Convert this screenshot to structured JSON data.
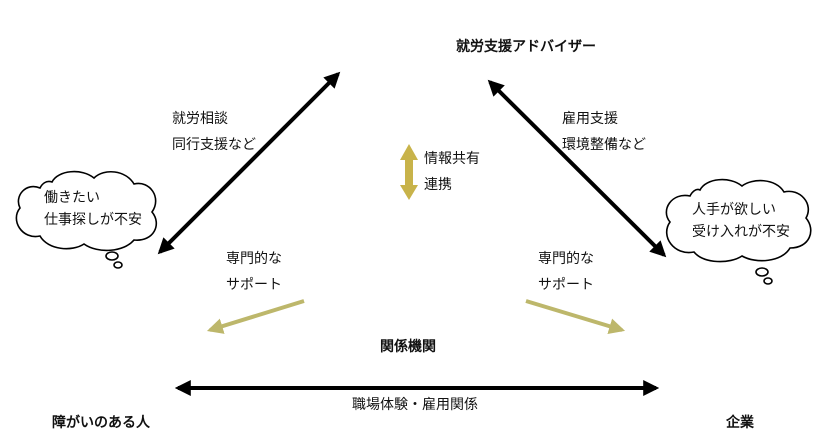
{
  "nodes": {
    "advisor": "就労支援アドバイザー",
    "person": "障がいのある人",
    "company": "企業",
    "agency": "関係機関"
  },
  "edges": {
    "advisor_person": [
      "就労相談",
      "同行支援など"
    ],
    "advisor_company": [
      "雇用支援",
      "環境整備など"
    ],
    "info_share": [
      "情報共有",
      "連携"
    ],
    "support_left": [
      "専門的な",
      "サポート"
    ],
    "support_right": [
      "専門的な",
      "サポート"
    ],
    "bottom": "職場体験・雇用関係"
  },
  "thoughts": {
    "person": [
      "働きたい",
      "仕事探しが不安"
    ],
    "company": [
      "人手が欲しい",
      "受け入れが不安"
    ]
  },
  "colors": {
    "main_arrow": "#000000",
    "olive_arrow": "#bdb76b",
    "info_arrow": "#c8b34a"
  }
}
